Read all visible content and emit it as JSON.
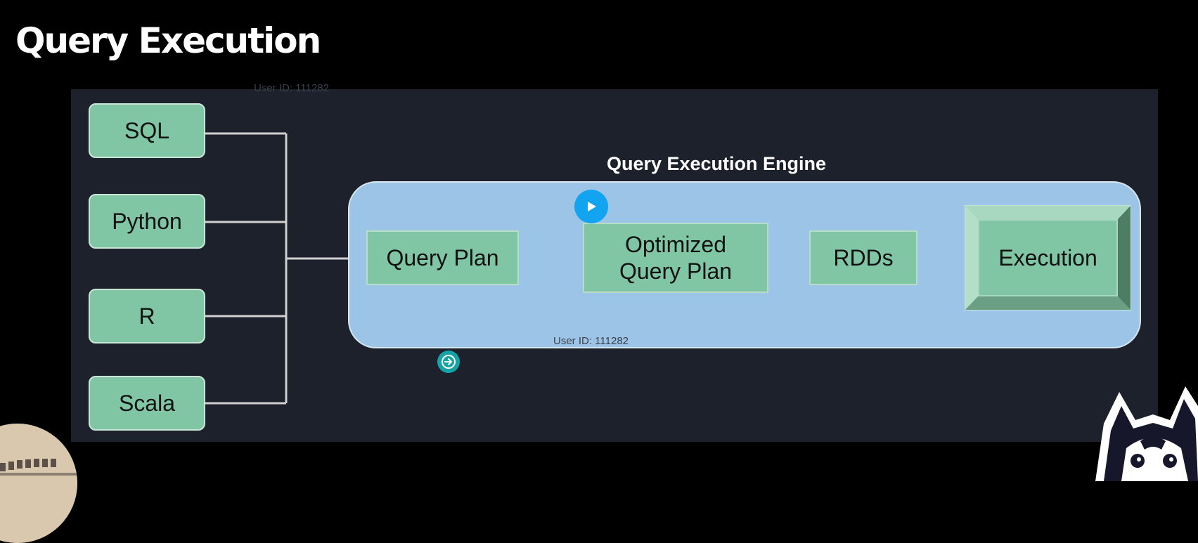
{
  "slide": {
    "title": "Query Execution"
  },
  "watermark": {
    "user_id": "User ID: 111282"
  },
  "diagram": {
    "languages": [
      "SQL",
      "Python",
      "R",
      "Scala"
    ],
    "engine_title": "Query Execution Engine",
    "stages": [
      "Query Plan",
      "Optimized\nQuery Plan",
      "RDDs",
      "Execution"
    ]
  },
  "colors": {
    "background": "#000000",
    "panel": "#1d212b",
    "box_green": "#80c6a4",
    "engine_blue": "#9cc4e6",
    "connector": "#d0d0d0",
    "play_button": "#12a4f0",
    "next_button": "#16a3a8"
  },
  "icons": {
    "play": "play-icon",
    "next": "arrow-right-circle-icon",
    "avatar": "presenter-avatar",
    "mascot": "husky-mascot-icon"
  }
}
